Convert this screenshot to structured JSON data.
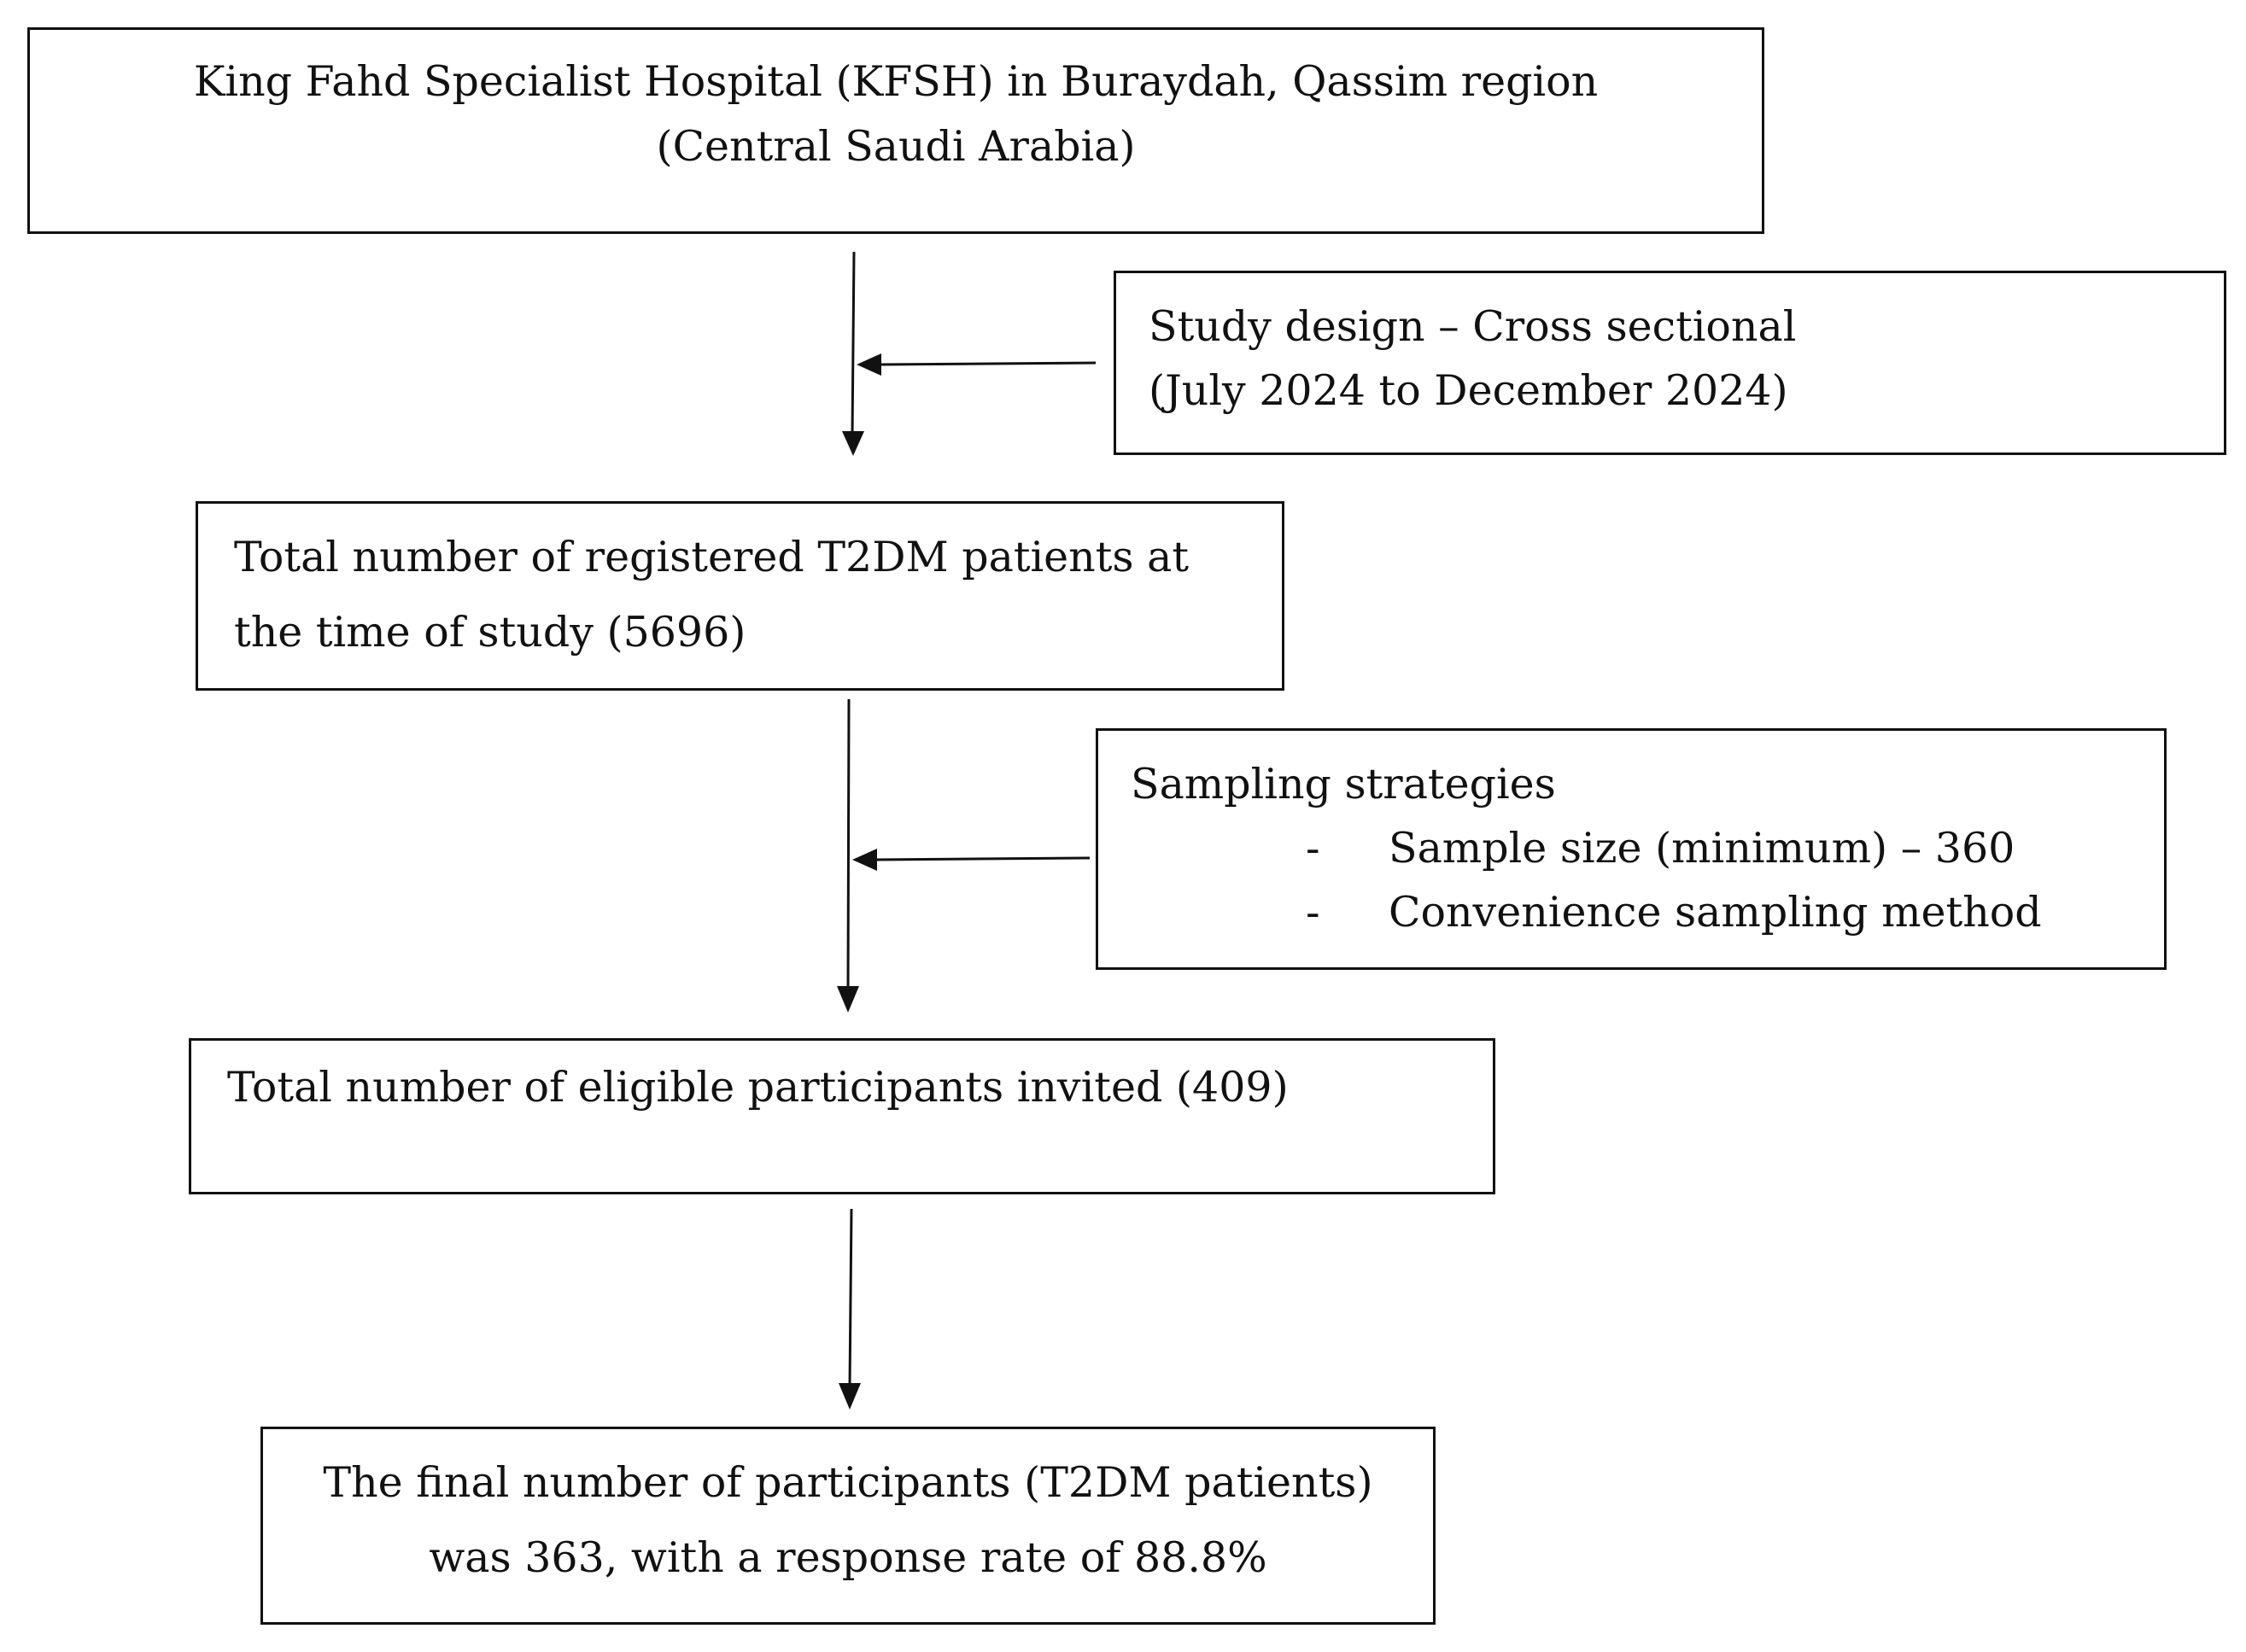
{
  "diagram": {
    "hospital_box": {
      "line1": "King Fahd Specialist Hospital (KFSH) in Buraydah, Qassim region",
      "line2": "(Central Saudi Arabia)"
    },
    "study_design_box": {
      "line1": "Study design – Cross sectional",
      "line2": "(July 2024 to December 2024)"
    },
    "registered_box": {
      "line1": "Total number of registered T2DM patients at",
      "line2": "the time of study (5696)"
    },
    "sampling_box": {
      "title": "Sampling strategies",
      "items": [
        {
          "marker": "-",
          "text": "Sample size (minimum) – 360"
        },
        {
          "marker": "-",
          "text": "Convenience sampling method"
        }
      ]
    },
    "eligible_box": {
      "line1": "Total number of eligible participants invited (409)"
    },
    "final_box": {
      "line1": "The final number of participants (T2DM patients)",
      "line2": "was 363, with a response rate of 88.8%"
    }
  }
}
